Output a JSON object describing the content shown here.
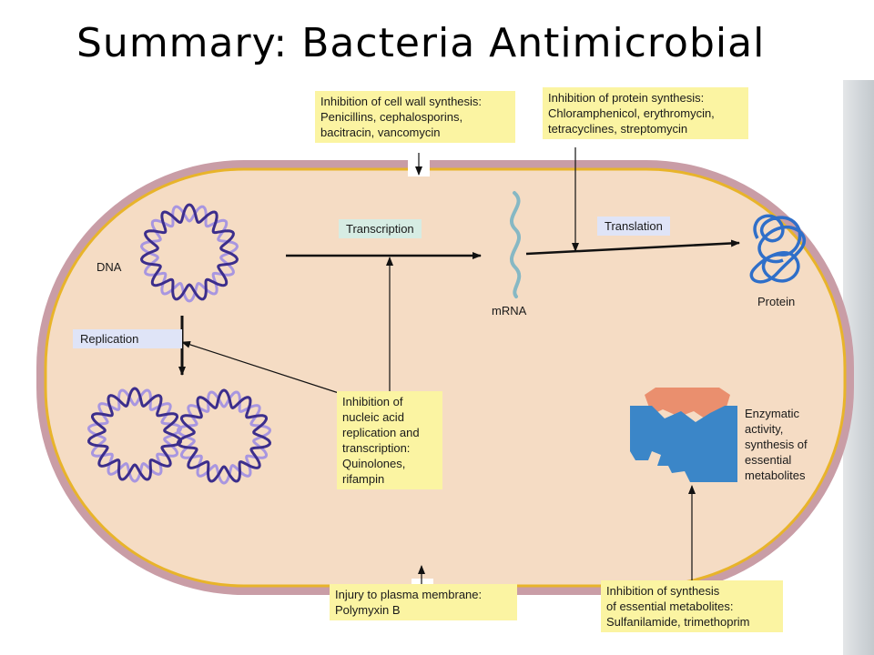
{
  "title": "Summary:  Bacteria Antimicrobial",
  "boxes": {
    "cell_wall": [
      "Inhibition of cell wall synthesis:",
      "Penicillins, cephalosporins,",
      "bacitracin, vancomycin"
    ],
    "protein": [
      "Inhibition of protein synthesis:",
      "Chloramphenicol, erythromycin,",
      "tetracyclines, streptomycin"
    ],
    "nucleic": [
      "Inhibition of",
      "nucleic acid",
      "replication and",
      "transcription:",
      "Quinolones,",
      "rifampin"
    ],
    "membrane": [
      "Injury to plasma membrane:",
      "Polymyxin B"
    ],
    "metabolites": [
      "Inhibition of synthesis",
      "of essential metabolites:",
      "Sulfanilamide, trimethoprim"
    ]
  },
  "labels": {
    "dna": "DNA",
    "transcription": "Transcription",
    "mrna": "mRNA",
    "translation": "Translation",
    "protein": "Protein",
    "replication": "Replication",
    "enzymatic": [
      "Enzymatic",
      "activity,",
      "synthesis of",
      "essential",
      "metabolites"
    ]
  },
  "colors": {
    "cell_fill": "#f5dcc4",
    "cell_membrane": "#c99da6",
    "cell_wall_line": "#e8b42a",
    "dna_dark": "#3c2e8c",
    "dna_light": "#a896e0",
    "mrna": "#86b8c4",
    "protein": "#2f6fc9",
    "enzyme": "#3b86c8",
    "substrate": "#ea8f6e",
    "box_bg": "#fbf4a2"
  }
}
